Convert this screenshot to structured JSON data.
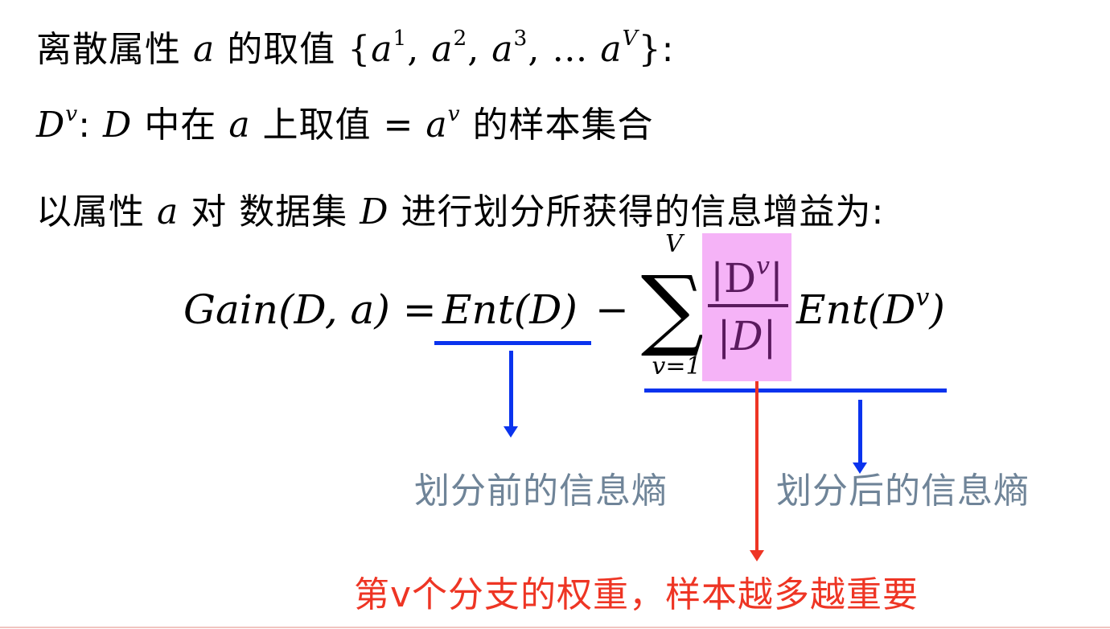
{
  "slide": {
    "line1": {
      "prefix": "离散属性",
      "var_a": "a",
      "middle": "的取值",
      "set_open": "{",
      "a1_base": "a",
      "a1_sup": "1",
      "sep1": ",",
      "a2_base": "a",
      "a2_sup": "2",
      "sep2": ",",
      "a3_base": "a",
      "a3_sup": "3",
      "sep3": ",",
      "ellipsis": "…",
      "aV_base": "a",
      "aV_sup": "V",
      "set_close": "}",
      "colon": ":"
    },
    "line2": {
      "Dv_base": "D",
      "Dv_sup": "v",
      "colon": ":",
      "var_D": "D",
      "text1": "中在",
      "var_a": "a",
      "text2": "上取值 =",
      "av_base": "a",
      "av_sup": "v",
      "text3": "的样本集合"
    },
    "line3": {
      "text1": "以属性",
      "var_a": "a",
      "text2": "对 数据集",
      "var_D": "D",
      "text3": "进行划分所获得的信息增益为:"
    },
    "formula": {
      "lhs": "Gain(D, a) =",
      "ent_D": "Ent(D)",
      "minus": "−",
      "sigma": "∑",
      "sum_upper": "V",
      "sum_lower": "v=1",
      "frac_num": "|Dᵛ|",
      "frac_num_base": "|D",
      "frac_num_sup": "v",
      "frac_num_close": "|",
      "frac_den": "|D|",
      "ent_Dv_base": "Ent(D",
      "ent_Dv_sup": "v",
      "ent_Dv_close": ")"
    },
    "annotations": {
      "before_label": "划分前的信息熵",
      "after_label": "划分后的信息熵",
      "weight_label": "第v个分支的权重，样本越多越重要"
    },
    "colors": {
      "text": "#000000",
      "highlight_box": "#f5b3f7",
      "fraction": "#5a1a5e",
      "blue_annotation": "#0a33ee",
      "red_annotation": "#ee3524",
      "gray_label": "#6f8498",
      "bottom_border": "#f0c4c0"
    }
  }
}
